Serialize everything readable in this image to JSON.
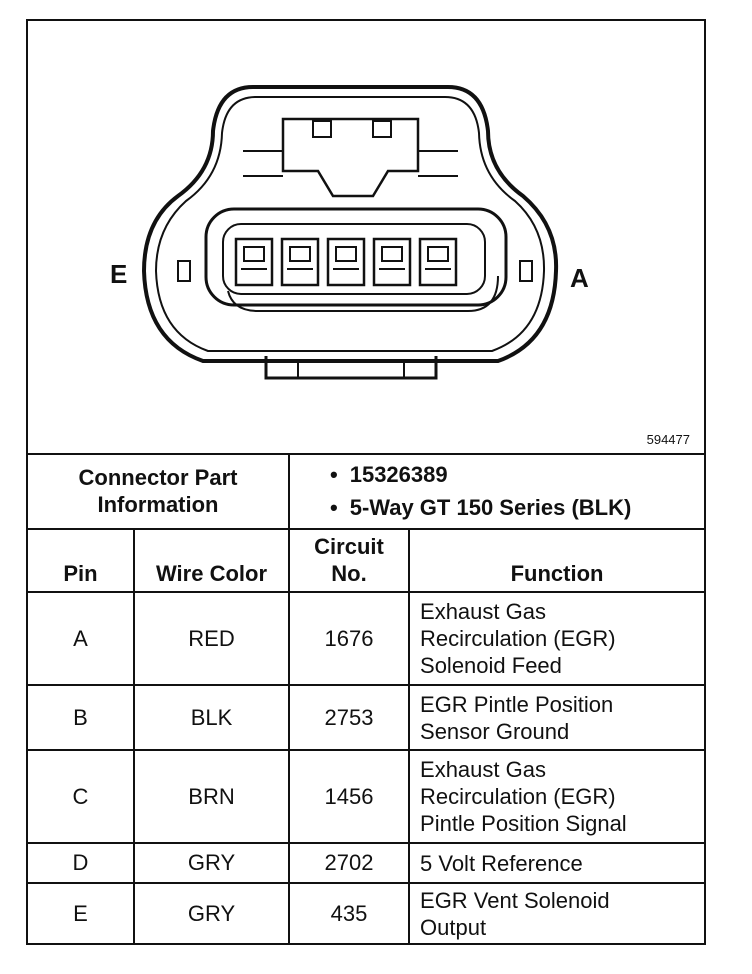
{
  "diagram": {
    "pin_left_label": "E",
    "pin_right_label": "A",
    "figure_number": "594477",
    "icon": "connector-face-icon"
  },
  "connector_info": {
    "label_line1": "Connector Part",
    "label_line2": "Information",
    "items": [
      "15326389",
      "5-Way GT 150 Series (BLK)"
    ]
  },
  "table": {
    "headers": {
      "pin": "Pin",
      "wire_color": "Wire Color",
      "circuit_line1": "Circuit",
      "circuit_line2": "No.",
      "function": "Function"
    },
    "rows": [
      {
        "pin": "A",
        "wire_color": "RED",
        "circuit": "1676",
        "function": [
          "Exhaust Gas",
          "Recirculation (EGR)",
          "Solenoid Feed"
        ]
      },
      {
        "pin": "B",
        "wire_color": "BLK",
        "circuit": "2753",
        "function": [
          "EGR Pintle Position",
          "Sensor Ground"
        ]
      },
      {
        "pin": "C",
        "wire_color": "BRN",
        "circuit": "1456",
        "function": [
          "Exhaust Gas",
          "Recirculation (EGR)",
          "Pintle Position Signal"
        ]
      },
      {
        "pin": "D",
        "wire_color": "GRY",
        "circuit": "2702",
        "function": [
          "5 Volt Reference"
        ]
      },
      {
        "pin": "E",
        "wire_color": "GRY",
        "circuit": "435",
        "function": [
          "EGR Vent Solenoid",
          "Output"
        ]
      }
    ]
  }
}
